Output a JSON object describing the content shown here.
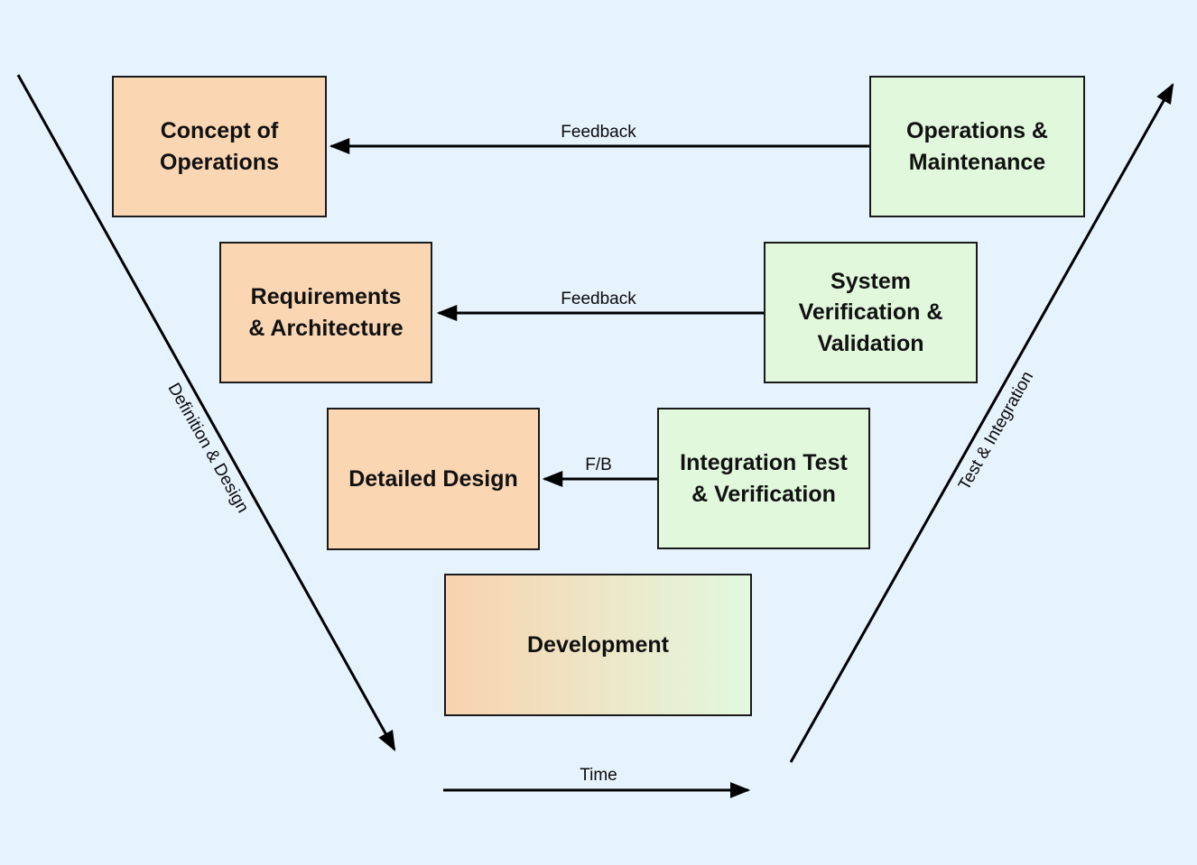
{
  "diagram": {
    "title": "V-Model systems engineering diagram",
    "background_color": "#E6F2FC",
    "colors": {
      "definition_box_fill": "#FAD6B3",
      "test_box_fill": "#E1F8DD",
      "development_gradient_left": "#F9D2AE",
      "development_gradient_right": "#E3F8DE",
      "box_border": "#1A1A1A",
      "arrow": "#000000",
      "text": "#111111"
    },
    "boxes": {
      "concept": {
        "label": "Concept of\nOperations"
      },
      "operations_maintenance": {
        "label": "Operations &\nMaintenance"
      },
      "requirements_architecture": {
        "label": "Requirements\n& Architecture"
      },
      "system_verification_validation": {
        "label": "System\nVerification &\nValidation"
      },
      "detailed_design": {
        "label": "Detailed Design"
      },
      "integration_test_verification": {
        "label": "Integration Test\n& Verification"
      },
      "development": {
        "label": "Development"
      }
    },
    "arrow_labels": {
      "feedback_top": "Feedback",
      "feedback_middle": "Feedback",
      "fb_short": "F/B",
      "time": "Time"
    },
    "diagonal_labels": {
      "left": "Definition & Design",
      "right": "Test & Integration"
    }
  }
}
